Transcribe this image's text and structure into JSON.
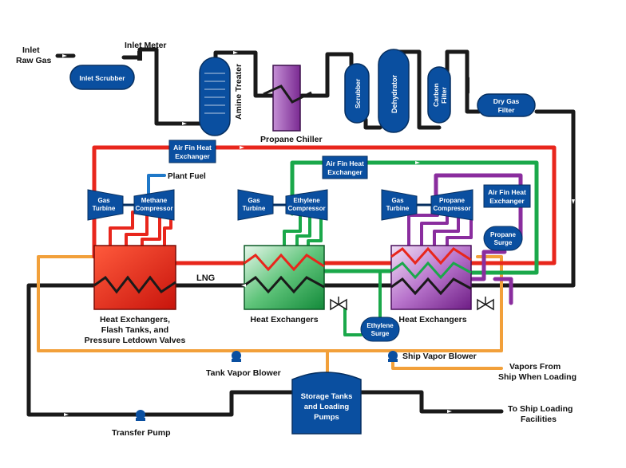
{
  "labels": {
    "inlet_raw_gas_1": "Inlet",
    "inlet_raw_gas_2": "Raw Gas",
    "inlet_meter": "Inlet Meter",
    "inlet_scrubber": "Inlet Scrubber",
    "amine_treater": "Amine Treater",
    "propane_chiller": "Propane Chiller",
    "scrubber": "Scrubber",
    "dehydrator": "Dehydrator",
    "carbon_filter_1": "Carbon",
    "carbon_filter_2": "Filter",
    "dry_gas_filter_1": "Dry Gas",
    "dry_gas_filter_2": "Filter",
    "air_fin_1a": "Air Fin Heat",
    "air_fin_1b": "Exchanger",
    "air_fin_2a": "Air Fin Heat",
    "air_fin_2b": "Exchanger",
    "air_fin_3a": "Air Fin Heat",
    "air_fin_3b": "Exchanger",
    "plant_fuel": "Plant Fuel",
    "gas_turbine_1a": "Gas",
    "gas_turbine_1b": "Turbine",
    "gas_turbine_2a": "Gas",
    "gas_turbine_2b": "Turbine",
    "gas_turbine_3a": "Gas",
    "gas_turbine_3b": "Turbine",
    "methane_comp_1": "Methane",
    "methane_comp_2": "Compressor",
    "ethylene_comp_1": "Ethylene",
    "ethylene_comp_2": "Compressor",
    "propane_comp_1": "Propane",
    "propane_comp_2": "Compressor",
    "propane_surge_1": "Propane",
    "propane_surge_2": "Surge",
    "ethylene_surge_1": "Ethylene",
    "ethylene_surge_2": "Surge",
    "lng": "LNG",
    "hx_red_1": "Heat Exchangers,",
    "hx_red_2": "Flash Tanks, and",
    "hx_red_3": "Pressure Letdown Valves",
    "hx_green": "Heat Exchangers",
    "hx_purple": "Heat Exchangers",
    "ship_vapor_blower": "Ship Vapor Blower",
    "tank_vapor_blower": "Tank Vapor Blower",
    "vapors_from_1": "Vapors From",
    "vapors_from_2": "Ship When Loading",
    "storage_1": "Storage Tanks",
    "storage_2": "and Loading",
    "storage_3": "Pumps",
    "to_ship_1": "To Ship Loading",
    "to_ship_2": "Facilities",
    "transfer_pump": "Transfer Pump"
  },
  "colors": {
    "equipment_blue": "#0a4fa0",
    "pipe_black": "#1a1a1a",
    "methane_red": "#e8261c",
    "ethylene_green": "#1aa84a",
    "propane_purple": "#8a2d9e",
    "vapor_orange": "#f2a03a"
  }
}
